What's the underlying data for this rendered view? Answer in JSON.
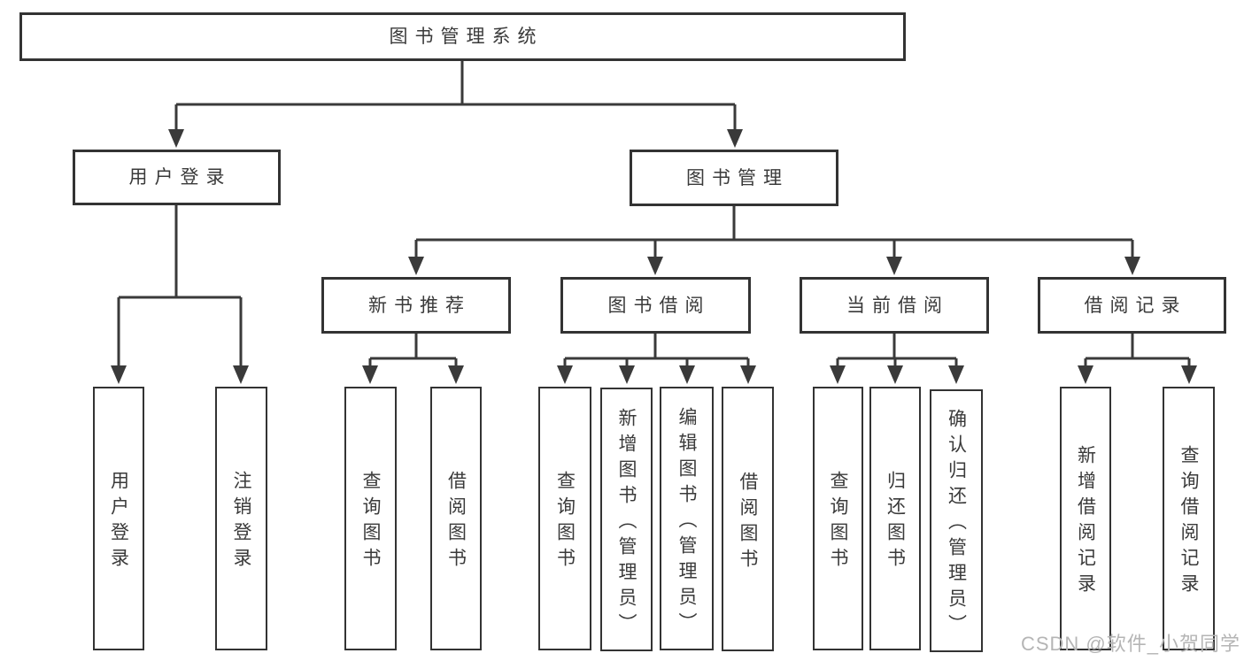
{
  "tree": {
    "root": {
      "label": "图书管理系统"
    },
    "level2": [
      {
        "label": "用户登录"
      },
      {
        "label": "图书管理"
      }
    ],
    "level3": [
      {
        "label": "新书推荐",
        "parent": "图书管理"
      },
      {
        "label": "图书借阅",
        "parent": "图书管理"
      },
      {
        "label": "当前借阅",
        "parent": "图书管理"
      },
      {
        "label": "借阅记录",
        "parent": "图书管理"
      }
    ],
    "leaves": [
      {
        "label": "用户登录",
        "parent": "用户登录"
      },
      {
        "label": "注销登录",
        "parent": "用户登录"
      },
      {
        "label": "查询图书",
        "parent": "新书推荐"
      },
      {
        "label": "借阅图书",
        "parent": "新书推荐"
      },
      {
        "label": "查询图书",
        "parent": "图书借阅"
      },
      {
        "label": "新增图书（管理员）",
        "parent": "图书借阅"
      },
      {
        "label": "编辑图书（管理员）",
        "parent": "图书借阅"
      },
      {
        "label": "借阅图书",
        "parent": "图书借阅"
      },
      {
        "label": "查询图书",
        "parent": "当前借阅"
      },
      {
        "label": "归还图书",
        "parent": "当前借阅"
      },
      {
        "label": "确认归还（管理员）",
        "parent": "当前借阅"
      },
      {
        "label": "新增借阅记录",
        "parent": "借阅记录"
      },
      {
        "label": "查询借阅记录",
        "parent": "借阅记录"
      }
    ]
  },
  "watermark": {
    "text": "CSDN @软件_小贺同学"
  },
  "colors": {
    "line": "#3a3a3a",
    "border": "#333333",
    "text": "#3a3a3a",
    "watermark_text": "#b5b5b5",
    "background": "#ffffff"
  }
}
